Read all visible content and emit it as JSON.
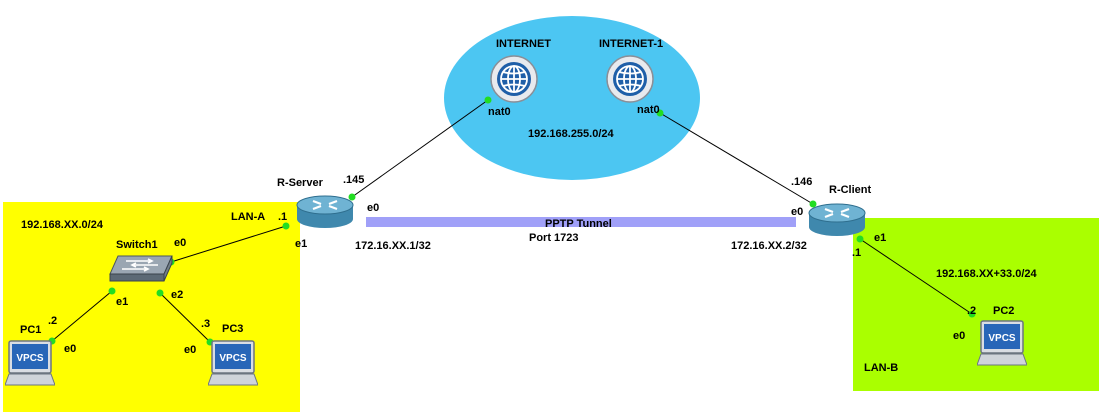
{
  "clouds": {
    "internet": {
      "label": "INTERNET",
      "iface": "nat0"
    },
    "internet1": {
      "label": "INTERNET-1",
      "iface": "nat0"
    },
    "subnet": "192.168.255.0/24"
  },
  "r_server": {
    "label": "R-Server",
    "ip_last": ".145",
    "iface_wan": "e0",
    "iface_lan": "e1",
    "lan_ip_last": ".1",
    "tunnel_ip": "172.16.XX.1/32"
  },
  "r_client": {
    "label": "R-Client",
    "ip_last": ".146",
    "iface_wan": "e0",
    "iface_lan": "e1",
    "lan_ip_last": ".1",
    "tunnel_ip": "172.16.XX.2/32"
  },
  "tunnel": {
    "label": "PPTP Tunnel",
    "port": "Port 1723"
  },
  "lan_a": {
    "name": "LAN-A",
    "subnet": "192.168.XX.0/24",
    "switch": {
      "label": "Switch1",
      "iface_up": "e0",
      "iface_pc1": "e1",
      "iface_pc3": "e2"
    },
    "pc1": {
      "label": "PC1",
      "ip_last": ".2",
      "iface": "e0",
      "badge": "VPCS"
    },
    "pc3": {
      "label": "PC3",
      "ip_last": ".3",
      "iface": "e0",
      "badge": "VPCS"
    }
  },
  "lan_b": {
    "name": "LAN-B",
    "subnet": "192.168.XX+33.0/24",
    "pc2": {
      "label": "PC2",
      "ip_last": ".2",
      "iface": "e0",
      "badge": "VPCS"
    }
  },
  "colors": {
    "lan_a_bg": "#ffff00",
    "lan_b_bg": "#aaff00",
    "cloud_bg": "#4cc6f2",
    "tunnel": "#a0a0f8",
    "port_dot": "#22dd22",
    "link": "#000000"
  }
}
